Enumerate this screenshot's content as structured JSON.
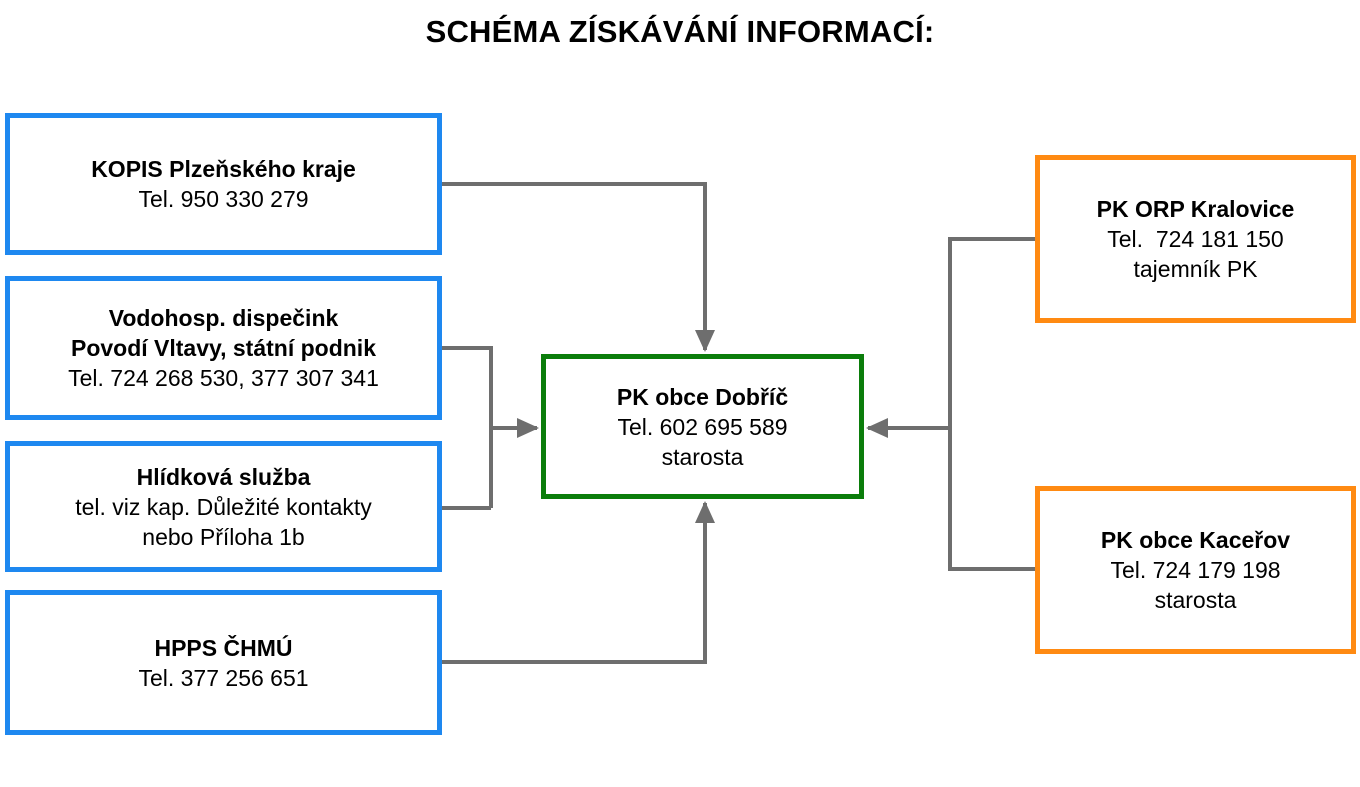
{
  "title": "SCHÉMA ZÍSKÁVÁNÍ INFORMACÍ:",
  "colors": {
    "source_border": "#1e88f0",
    "center_border": "#0b7d0b",
    "superior_border": "#ff8a12",
    "connector": "#6e6e6e"
  },
  "nodes": {
    "kopis": {
      "name": "KOPIS Plzeňského kraje",
      "phone": "Tel. 950 330 279"
    },
    "vodo": {
      "name_line1": "Vodohosp. dispečink",
      "name_line2": "Povodí Vltavy, státní podnik",
      "phone": "Tel. 724 268 530, 377 307 341"
    },
    "hlidka": {
      "name": "Hlídková služba",
      "line1": "tel. viz kap. Důležité kontakty",
      "line2": "nebo Příloha 1b"
    },
    "hpps": {
      "name": "HPPS ČHMÚ",
      "phone": "Tel. 377 256 651"
    },
    "center": {
      "name": "PK obce Dobříč",
      "phone": "Tel. 602 695 589",
      "role": "starosta"
    },
    "orp": {
      "name": "PK ORP Kralovice",
      "phone": "Tel.  724 181 150",
      "role": "tajemník PK"
    },
    "kacerov": {
      "name": "PK obce Kaceřov",
      "phone": "Tel. 724 179 198",
      "role": "starosta"
    }
  }
}
